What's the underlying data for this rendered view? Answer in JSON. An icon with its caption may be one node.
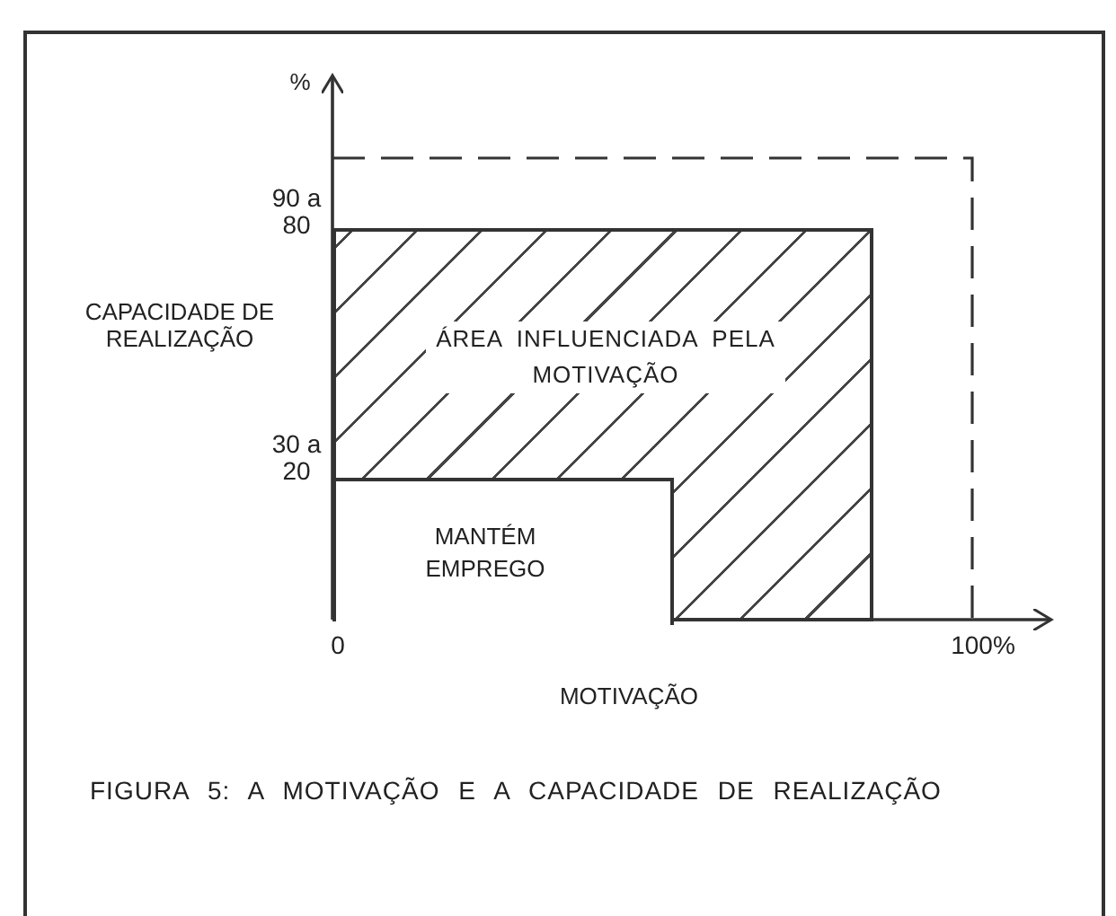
{
  "diagram": {
    "caption": "FIGURA 5: A MOTIVAÇÃO E A CAPACIDADE DE REALIZAÇÃO",
    "nodes": [
      {
        "text": [
          "ÁREA INFLUENCIADA PELA MOTIVAÇÃO"
        ]
      },
      {
        "text": [
          "MANTÉM EMPREGO"
        ],
        "in": 0
      }
    ],
    "edges": [],
    "labels": [
      "%",
      "90 a 80",
      "CAPACIDADE DE REALIZAÇÃO",
      "30 a 20",
      "0",
      "100%",
      "MOTIVAÇÃO"
    ]
  }
}
